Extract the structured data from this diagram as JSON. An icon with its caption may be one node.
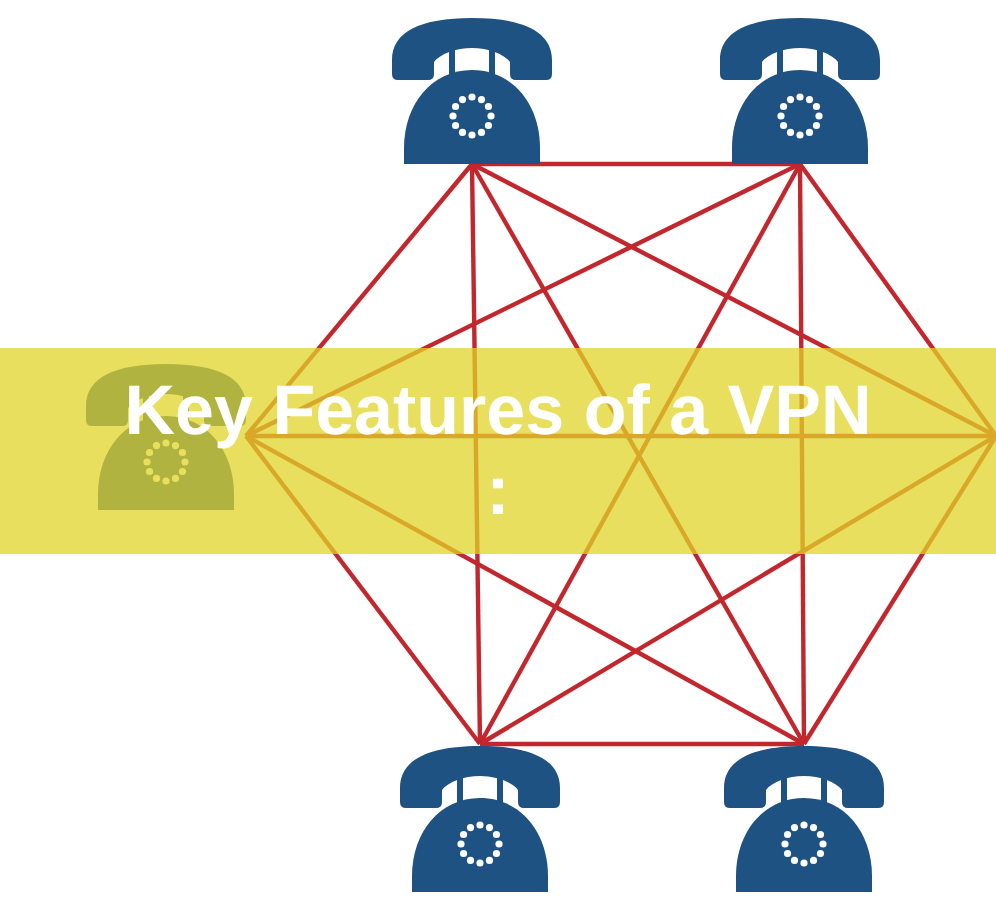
{
  "diagram": {
    "title": "Key Features of a VPN :",
    "nodes": [
      {
        "text": [],
        "shape": "picture"
      },
      {
        "text": [],
        "shape": "picture"
      },
      {
        "text": [],
        "shape": "picture"
      },
      {
        "text": [],
        "shape": "picture"
      },
      {
        "text": [],
        "shape": "picture"
      }
    ],
    "edges": [
      {
        "from": 0,
        "to": 1,
        "arrow": "none"
      },
      {
        "from": 0,
        "to": 2,
        "arrow": "none"
      },
      {
        "from": 0,
        "to": null,
        "arrow": "none"
      },
      {
        "from": 0,
        "to": 3,
        "arrow": "none"
      },
      {
        "from": 0,
        "to": 4,
        "arrow": "none"
      },
      {
        "from": 1,
        "to": 2,
        "arrow": "none"
      },
      {
        "from": 1,
        "to": null,
        "arrow": "none"
      },
      {
        "from": 1,
        "to": 3,
        "arrow": "none"
      },
      {
        "from": 1,
        "to": 4,
        "arrow": "none"
      },
      {
        "from": 2,
        "to": null,
        "arrow": "none"
      },
      {
        "from": 2,
        "to": 3,
        "arrow": "none"
      },
      {
        "from": 2,
        "to": 4,
        "arrow": "none"
      },
      {
        "from": 3,
        "to": 4,
        "arrow": "none"
      },
      {
        "from": 3,
        "to": null,
        "arrow": "none"
      },
      {
        "from": 4,
        "to": null,
        "arrow": "none"
      }
    ]
  }
}
